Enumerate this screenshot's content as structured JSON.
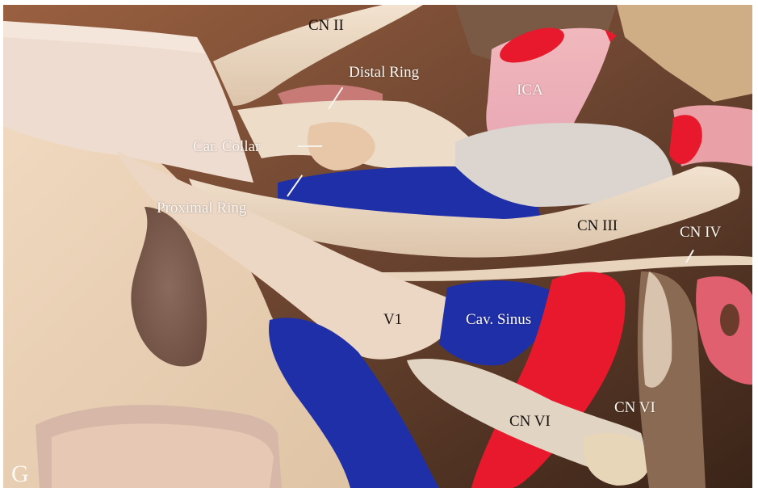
{
  "figure": {
    "panel_letter": "G",
    "description": "Anatomical dissection photograph of the cavernous sinus region with colored vessels (arteries red, venous sinus blue)",
    "colors": {
      "artery_red": "#e8192c",
      "venous_blue": "#1f2fa8",
      "nerve_tissue": "#ecd9c4",
      "dura": "#e6d2be",
      "background_dark": "#5a3826",
      "border": "#ffffff"
    },
    "labels": [
      {
        "id": "cn2",
        "text": "CN II",
        "color": "black"
      },
      {
        "id": "distal_ring",
        "text": "Distal Ring",
        "color": "white"
      },
      {
        "id": "ica",
        "text": "ICA",
        "color": "white"
      },
      {
        "id": "car_collar",
        "text": "Car. Collar",
        "color": "white"
      },
      {
        "id": "proximal_ring",
        "text": "Proximal Ring",
        "color": "white"
      },
      {
        "id": "cn3",
        "text": "CN III",
        "color": "black"
      },
      {
        "id": "cn4",
        "text": "CN IV",
        "color": "white"
      },
      {
        "id": "v1",
        "text": "V1",
        "color": "black"
      },
      {
        "id": "cav_sinus",
        "text": "Cav. Sinus",
        "color": "white"
      },
      {
        "id": "cn6_a",
        "text": "CN VI",
        "color": "black"
      },
      {
        "id": "cn6_b",
        "text": "CN VI",
        "color": "white"
      }
    ]
  }
}
